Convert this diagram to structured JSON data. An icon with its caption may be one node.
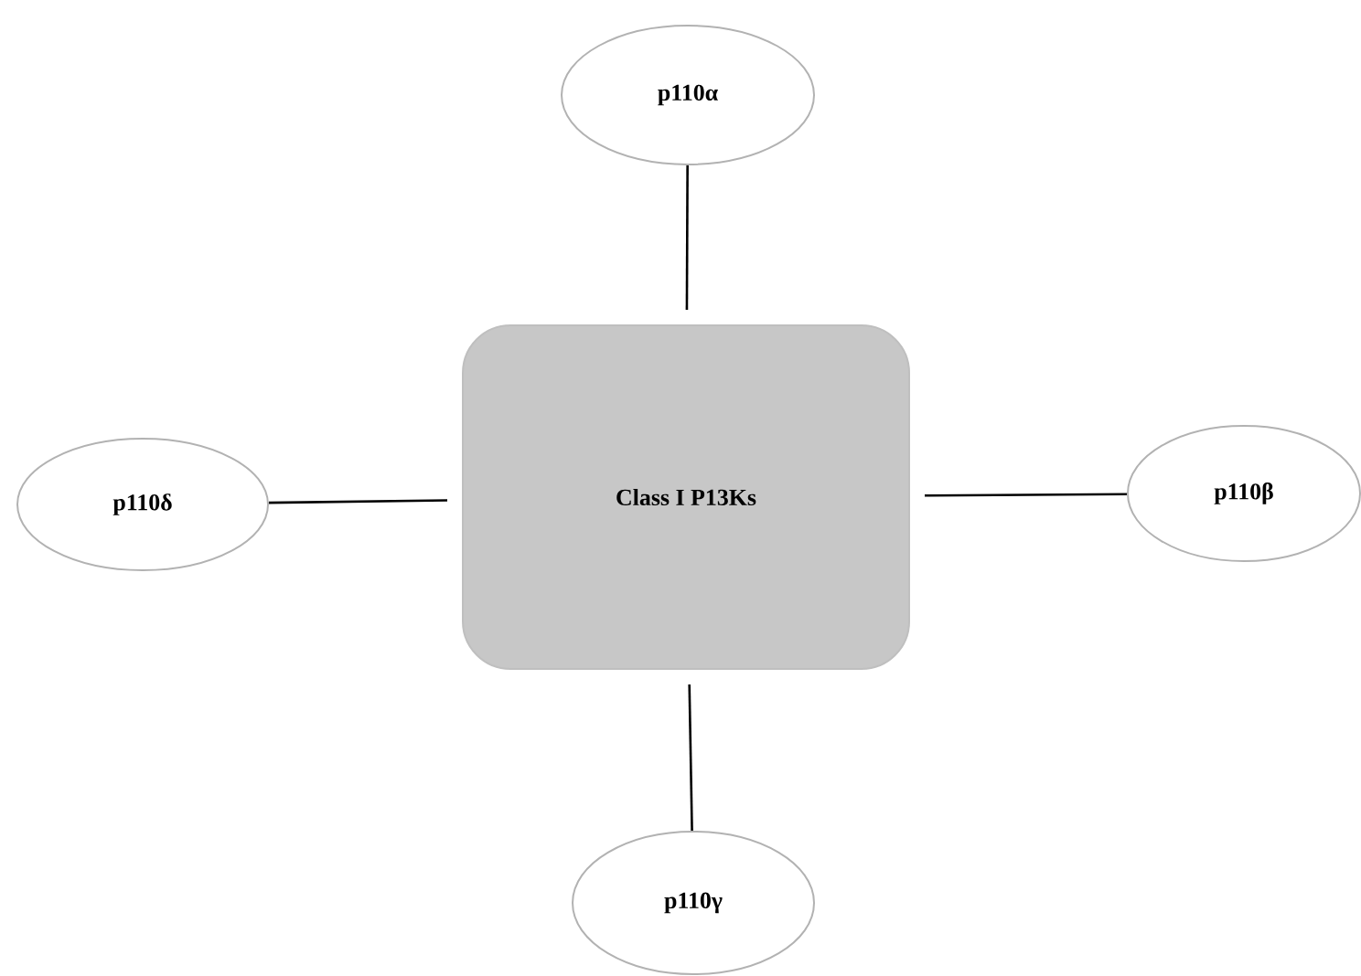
{
  "diagram": {
    "nodes": [
      {
        "text": [
          "p110α"
        ]
      },
      {
        "text": [
          "p110δ"
        ]
      },
      {
        "text": [
          "Class I P13Ks"
        ]
      },
      {
        "text": [
          "p110β"
        ]
      },
      {
        "text": [
          "p110γ"
        ]
      }
    ],
    "edges": [
      {
        "from": 2,
        "to": 0,
        "arrow": "none"
      },
      {
        "from": 2,
        "to": 1,
        "arrow": "none"
      },
      {
        "from": 2,
        "to": 3,
        "arrow": "none"
      },
      {
        "from": 2,
        "to": 4,
        "arrow": "none"
      }
    ]
  }
}
